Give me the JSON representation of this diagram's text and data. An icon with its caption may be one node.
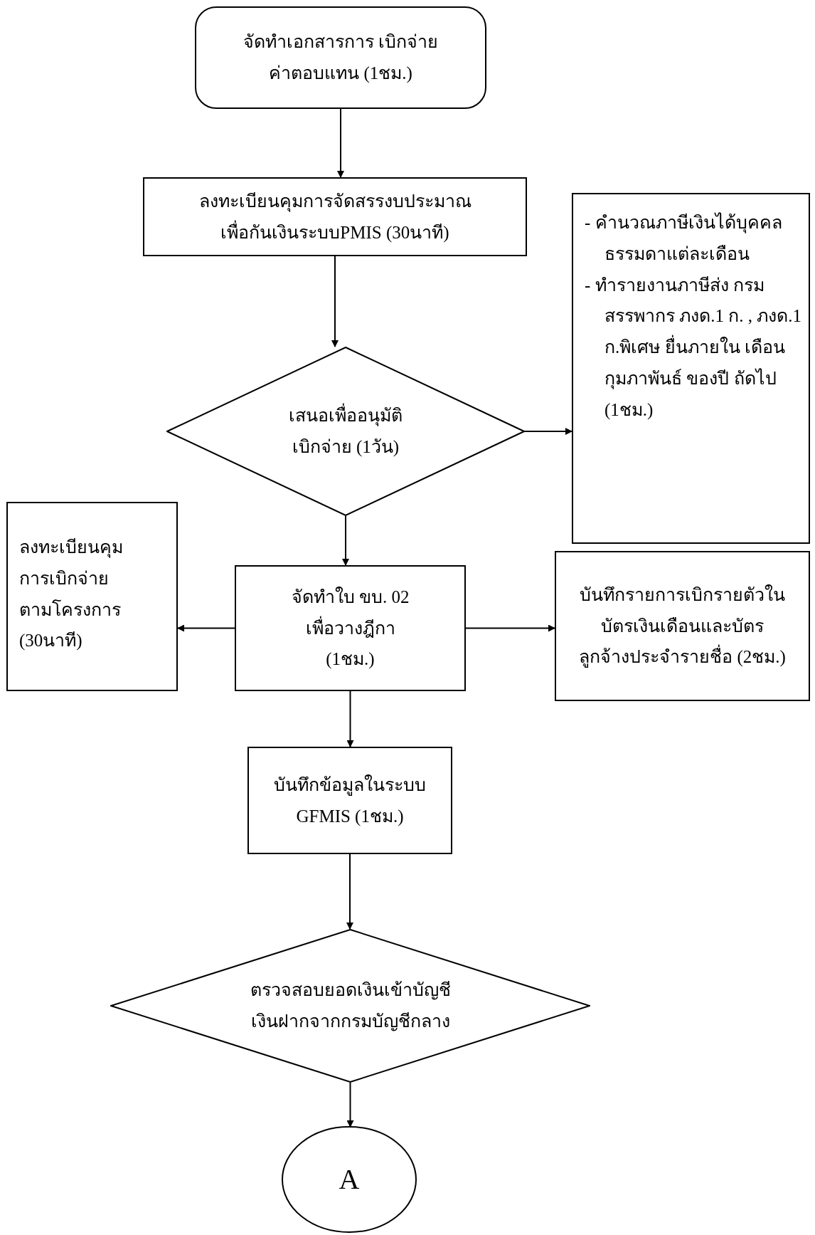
{
  "diagram": {
    "nodes": [
      {
        "text": [
          "จัดทำเอกสารการ เบิกจ่ายค่าตอบแทน (1ชม.)"
        ]
      },
      {
        "text": [
          "ลงทะเบียนคุมการจัดสรรงบประมาณ เพื่อกันเงินระบบPMIS (30นาที)"
        ]
      },
      {
        "text": [
          "เสนอเพื่ออนุมัติ เบิกจ่าย (1วัน)"
        ]
      },
      {
        "text": [
          "- คำนวณภาษีเงินได้บุคคล ธรรมดาแต่ละเดือน",
          "- ทำรายงานภาษีส่ง กรมสรรพากร ภงด.1 ก. , ภงด.1 ก.พิเศษ ยื่นภายใน เดือน กุมภาพันธ์ ของปี ถัดไป (1ชม.)"
        ]
      },
      {
        "text": [
          "ลงทะเบียนคุม การเบิกจ่าย ตามโครงการ (30นาที)"
        ]
      },
      {
        "text": [
          "จัดทำใบ ขบ. 02 เพื่อวางฎีกา (1ชม.)"
        ]
      },
      {
        "text": [
          "บันทึกรายการเบิกรายตัวใน บัตรเงินเดือนและบัตร ลูกจ้างประจำรายชื่อ (2ชม.)"
        ]
      },
      {
        "text": [
          "บันทึกข้อมูลในระบบ GFMIS (1ชม.)"
        ]
      },
      {
        "text": [
          "ตรวจสอบยอดเงินเข้าบัญชี เงินฝากจากกรมบัญชีกลาง"
        ]
      },
      {
        "text": [
          "A"
        ]
      }
    ],
    "edges": [
      {
        "from": 0,
        "to": 1,
        "arrow": "to"
      },
      {
        "from": 1,
        "to": 2,
        "arrow": "to"
      },
      {
        "from": 2,
        "to": 3,
        "arrow": "to"
      },
      {
        "from": 2,
        "to": 5,
        "arrow": "to"
      },
      {
        "from": 5,
        "to": 4,
        "arrow": "to"
      },
      {
        "from": 5,
        "to": 6,
        "arrow": "to"
      },
      {
        "from": 5,
        "to": 7,
        "arrow": "to"
      },
      {
        "from": 7,
        "to": 8,
        "arrow": "to"
      },
      {
        "from": 8,
        "to": 9,
        "arrow": "to"
      }
    ]
  }
}
